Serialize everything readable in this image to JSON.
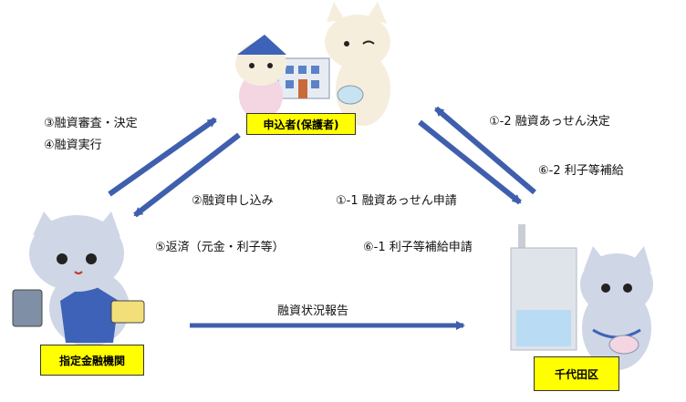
{
  "nodes": {
    "applicant": "申込者(保護者)",
    "bank": "指定金融機関",
    "city": "千代田区"
  },
  "flows": {
    "f3": "③融資審査・決定",
    "f4": "④融資実行",
    "f2": "②融資申し込み",
    "f5": "⑤返済（元金・利子等）",
    "f1_1": "①-1 融資あっせん申請",
    "f6_1": "⑥-1 利子等補給申請",
    "f1_2": "①-2 融資あっせん決定",
    "f6_2": "⑥-2 利子等補給",
    "report": "融資状況報告"
  },
  "colors": {
    "arrow": "#3f5fae",
    "box": "#ffff00",
    "cat_body": "#cfd6e6",
    "building": "#dfe3ea"
  }
}
